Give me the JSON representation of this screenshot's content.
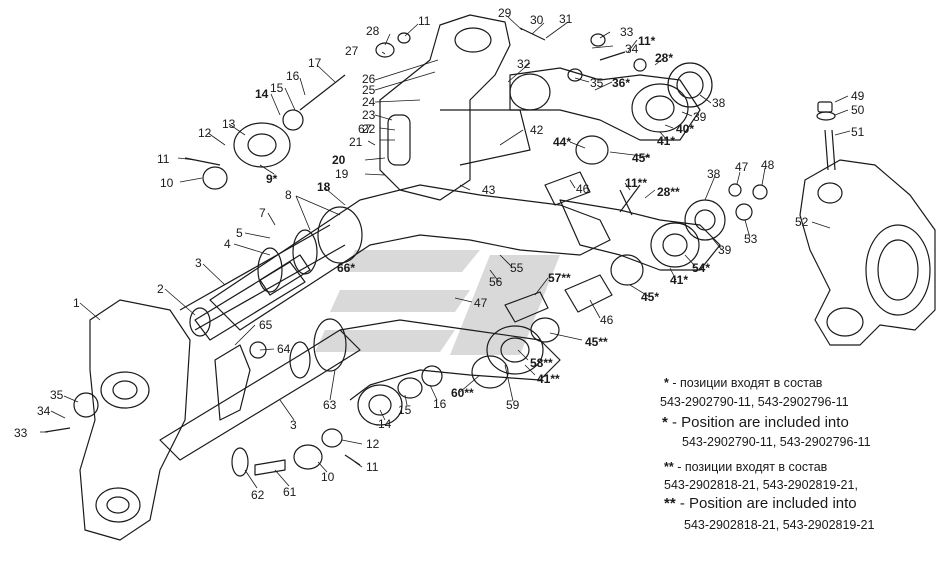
{
  "callouts": [
    {
      "id": "c28a",
      "t": "28"
    },
    {
      "id": "c11a",
      "t": "11"
    },
    {
      "id": "c27",
      "t": "27"
    },
    {
      "id": "c29",
      "t": "29"
    },
    {
      "id": "c30",
      "t": "30"
    },
    {
      "id": "c31",
      "t": "31"
    },
    {
      "id": "c17",
      "t": "17"
    },
    {
      "id": "c16a",
      "t": "16"
    },
    {
      "id": "c15a",
      "t": "15"
    },
    {
      "id": "c14a",
      "t": "14"
    },
    {
      "id": "c26",
      "t": "26"
    },
    {
      "id": "c25",
      "t": "25"
    },
    {
      "id": "c24",
      "t": "24"
    },
    {
      "id": "c23",
      "t": "23"
    },
    {
      "id": "c32",
      "t": "32"
    },
    {
      "id": "c22",
      "t": "22"
    },
    {
      "id": "c67",
      "t": "67"
    },
    {
      "id": "c21",
      "t": "21"
    },
    {
      "id": "c20",
      "t": "20"
    },
    {
      "id": "c19",
      "t": "19"
    },
    {
      "id": "c13",
      "t": "13"
    },
    {
      "id": "c12a",
      "t": "12"
    },
    {
      "id": "c11b",
      "t": "11"
    },
    {
      "id": "c9",
      "t": "9*"
    },
    {
      "id": "c10a",
      "t": "10"
    },
    {
      "id": "c18",
      "t": "18"
    },
    {
      "id": "c8",
      "t": "8"
    },
    {
      "id": "c7",
      "t": "7"
    },
    {
      "id": "c5",
      "t": "5"
    },
    {
      "id": "c4",
      "t": "4"
    },
    {
      "id": "c3a",
      "t": "3"
    },
    {
      "id": "c2",
      "t": "2"
    },
    {
      "id": "c1",
      "t": "1"
    },
    {
      "id": "c66",
      "t": "66*"
    },
    {
      "id": "c65",
      "t": "65"
    },
    {
      "id": "c64",
      "t": "64"
    },
    {
      "id": "c35a",
      "t": "35"
    },
    {
      "id": "c34a",
      "t": "34"
    },
    {
      "id": "c33a",
      "t": "33"
    },
    {
      "id": "c63",
      "t": "63"
    },
    {
      "id": "c3b",
      "t": "3"
    },
    {
      "id": "c62",
      "t": "62"
    },
    {
      "id": "c61",
      "t": "61"
    },
    {
      "id": "c10b",
      "t": "10"
    },
    {
      "id": "c12b",
      "t": "12"
    },
    {
      "id": "c11c",
      "t": "11"
    },
    {
      "id": "c14b",
      "t": "14"
    },
    {
      "id": "c15b",
      "t": "15"
    },
    {
      "id": "c16b",
      "t": "16"
    },
    {
      "id": "c60",
      "t": "60**"
    },
    {
      "id": "c59",
      "t": "59"
    },
    {
      "id": "c58",
      "t": "58**"
    },
    {
      "id": "c41c",
      "t": "41**"
    },
    {
      "id": "c45c",
      "t": "45**"
    },
    {
      "id": "c57",
      "t": "57**"
    },
    {
      "id": "c56",
      "t": "56"
    },
    {
      "id": "c55",
      "t": "55"
    },
    {
      "id": "c47b",
      "t": "47"
    },
    {
      "id": "c46b",
      "t": "46"
    },
    {
      "id": "c43",
      "t": "43"
    },
    {
      "id": "c42",
      "t": "42"
    },
    {
      "id": "c44",
      "t": "44*"
    },
    {
      "id": "c45a",
      "t": "45*"
    },
    {
      "id": "c46a",
      "t": "46"
    },
    {
      "id": "c33b",
      "t": "33"
    },
    {
      "id": "c34b",
      "t": "34"
    },
    {
      "id": "c35b",
      "t": "35"
    },
    {
      "id": "c36",
      "t": "36*"
    },
    {
      "id": "c11d",
      "t": "11*"
    },
    {
      "id": "c28b",
      "t": "28*"
    },
    {
      "id": "c38a",
      "t": "38"
    },
    {
      "id": "c39a",
      "t": "39"
    },
    {
      "id": "c40",
      "t": "40*"
    },
    {
      "id": "c41a",
      "t": "41*"
    },
    {
      "id": "c11e",
      "t": "11**"
    },
    {
      "id": "c28c",
      "t": "28**"
    },
    {
      "id": "c38b",
      "t": "38"
    },
    {
      "id": "c47a",
      "t": "47"
    },
    {
      "id": "c48",
      "t": "48"
    },
    {
      "id": "c53",
      "t": "53"
    },
    {
      "id": "c39b",
      "t": "39"
    },
    {
      "id": "c54",
      "t": "54*"
    },
    {
      "id": "c41b",
      "t": "41*"
    },
    {
      "id": "c45b",
      "t": "45*"
    },
    {
      "id": "c49",
      "t": "49"
    },
    {
      "id": "c50",
      "t": "50"
    },
    {
      "id": "c51",
      "t": "51"
    },
    {
      "id": "c52",
      "t": "52"
    }
  ],
  "legend": {
    "line1_mark": "*",
    "line1_text": " - позиции входят в состав",
    "line2": "543-2902790-11, 543-2902796-11",
    "line3_mark": "*",
    "line3_text": " - Position are included into",
    "line4": "543-2902790-11,  543-2902796-11",
    "line5_mark": "**",
    "line5_text": " - позиции входят в состав",
    "line6": "543-2902818-21, 543-2902819-21,",
    "line7_mark": "**",
    "line7_text": " - Position are included into",
    "line8": "543-2902818-21,  543-2902819-21"
  },
  "colors": {
    "ink": "#1a1a1a",
    "watermark": "#d9d9d9",
    "paper": "#ffffff"
  }
}
